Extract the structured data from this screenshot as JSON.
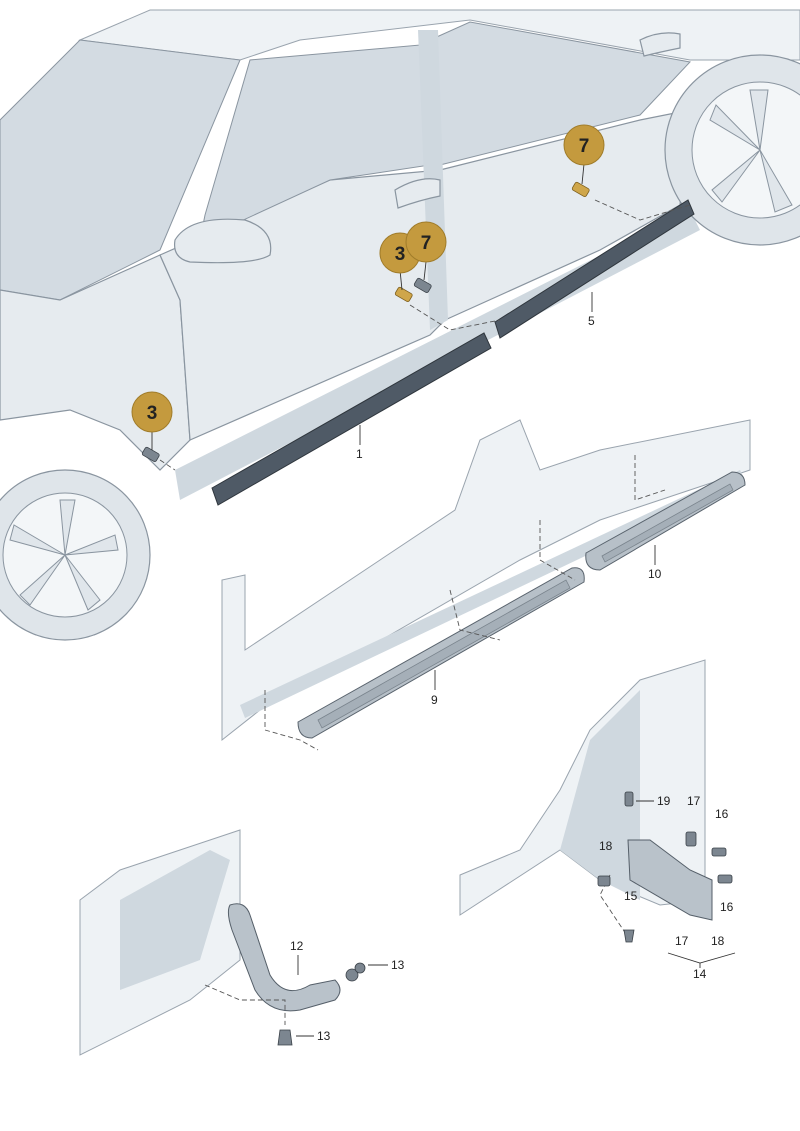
{
  "diagram": {
    "badges": {
      "front_fender_screw": "3",
      "door_screw_a": "3",
      "door_screw_b": "7",
      "rear_door_screw": "7"
    },
    "labels": {
      "part_1": "1",
      "part_5": "5",
      "part_9": "9",
      "part_10": "10",
      "part_12": "12",
      "part_13_upper": "13",
      "part_13_lower": "13",
      "part_14": "14",
      "part_15": "15",
      "part_16_upper": "16",
      "part_16_lower": "16",
      "part_17_upper": "17",
      "part_17_lower": "17",
      "part_18_upper": "18",
      "part_18_lower": "18",
      "part_19": "19"
    },
    "colors": {
      "badge": "#c49a3e",
      "trim_strip": "#4f5a66",
      "body_panel": "#e6ebef"
    }
  }
}
